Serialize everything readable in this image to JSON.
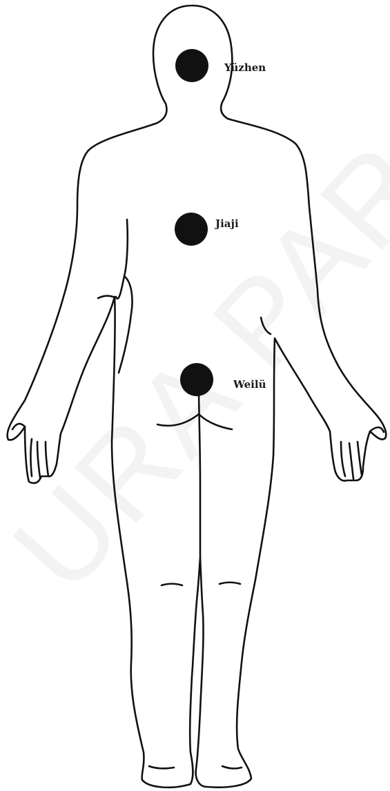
{
  "points": [
    {
      "id": "yuzhen",
      "label": "Yüzhen"
    },
    {
      "id": "jiaji",
      "label": "Jiaji"
    },
    {
      "id": "weilu",
      "label": "Weilü"
    }
  ],
  "watermark": "URA PARALEL",
  "colors": {
    "line": "#111111",
    "dot": "#111111",
    "background": "#ffffff"
  }
}
